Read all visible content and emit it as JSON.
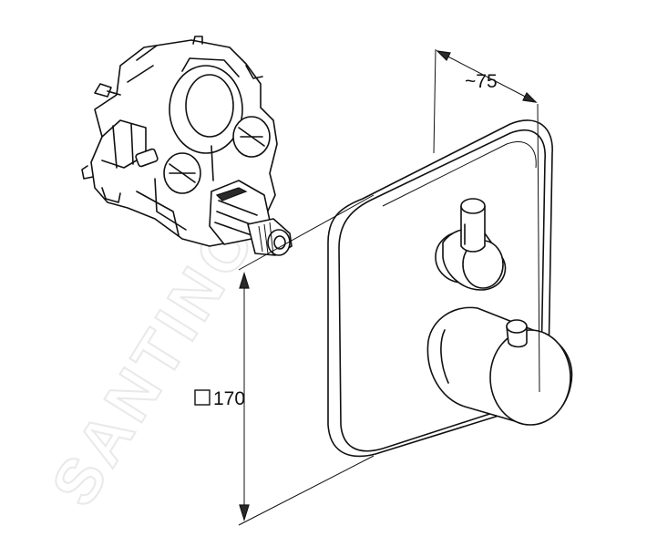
{
  "dimensions": {
    "depth_label": "~75",
    "size_label": "170",
    "size_symbol": "square"
  },
  "watermark": {
    "text": "SANTINO",
    "color": "#e9e9e9"
  },
  "colors": {
    "line": "#111111",
    "background": "#ffffff"
  }
}
